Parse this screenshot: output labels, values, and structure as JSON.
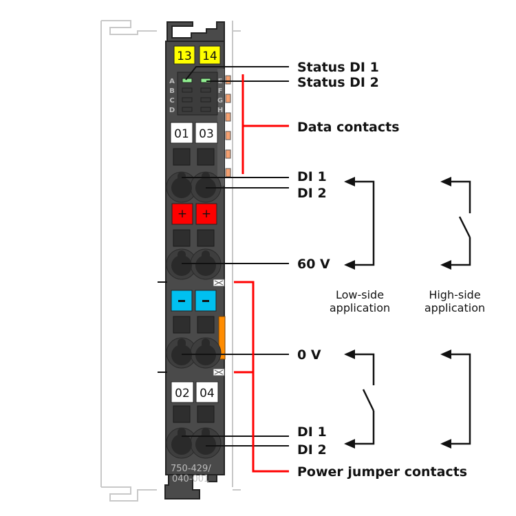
{
  "module": {
    "part_number_line1": "750-429/",
    "part_number_line2": "040-001",
    "top_markers": [
      "13",
      "14"
    ],
    "led_letters_left": [
      "A",
      "B",
      "C",
      "D"
    ],
    "led_letters_right": [
      "E",
      "F",
      "G",
      "H"
    ],
    "terminals_upper": [
      "01",
      "03"
    ],
    "plus_symbol": "+",
    "minus_symbol": "−",
    "terminals_lower": [
      "02",
      "04"
    ]
  },
  "labels": {
    "status_di1": "Status DI 1",
    "status_di2": "Status DI 2",
    "data_contacts": "Data contacts",
    "di1_top": "DI 1",
    "di2_top": "DI 2",
    "v60": "60 V",
    "v0": "0 V",
    "di1_bottom": "DI 1",
    "di2_bottom": "DI 2",
    "power_jumper": "Power jumper contacts"
  },
  "applications": {
    "low_side_line1": "Low-side",
    "low_side_line2": "application",
    "high_side_line1": "High-side",
    "high_side_line2": "application"
  },
  "colors": {
    "module_body": "#4a4a4a",
    "marker_yellow": "#ffff00",
    "plus_red": "#ff0000",
    "minus_blue": "#00c0f0",
    "led_green": "#90ee90",
    "data_contact": "#f4a070",
    "jumper_orange": "#ff8c00",
    "leader_red": "#ff0000"
  }
}
